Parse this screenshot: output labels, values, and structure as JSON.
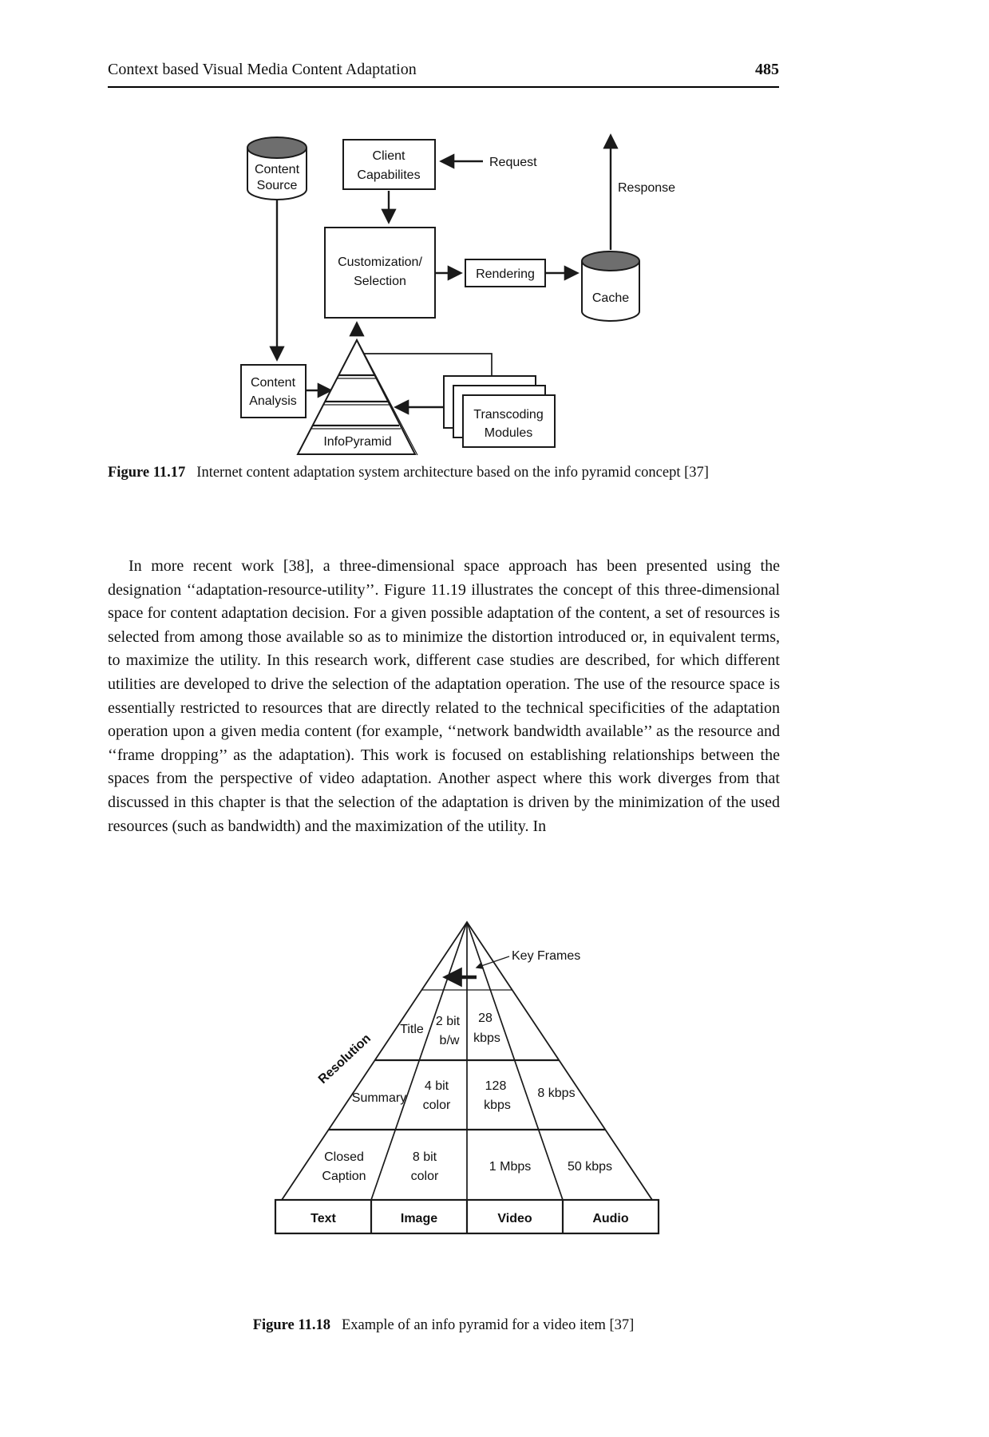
{
  "header": {
    "title": "Context based Visual Media Content Adaptation",
    "page_number": "485"
  },
  "paragraph": {
    "text": "In more recent work [38], a three-dimensional space approach has been presented using the designation ‘‘adaptation-resource-utility’’. Figure 11.19 illustrates the concept of this three-dimensional space for content adaptation decision. For a given possible adaptation of the content, a set of resources is selected from among those available so as to minimize the distortion introduced or, in equivalent terms, to maximize the utility. In this research work, different case studies are described, for which different utilities are developed to drive the selection of the adaptation operation. The use of the resource space is essentially restricted to resources that are directly related to the technical specificities of the adaptation operation upon a given media content (for example, ‘‘network bandwidth available’’ as the resource and ‘‘frame dropping’’ as the adaptation). This work is focused on establishing relationships between the spaces from the perspective of video adaptation. Another aspect where this work diverges from that discussed in this chapter is that the selection of the adaptation is driven by the minimization of the used resources (such as bandwidth) and the maximization of the utility. In"
  },
  "figure17": {
    "caption_label": "Figure 11.17",
    "caption_text": "Internet content adaptation system architecture based on the info pyramid concept [37]",
    "nodes": {
      "content_source": {
        "line1": "Content",
        "line2": "Source"
      },
      "client_capabilites": {
        "line1": "Client",
        "line2": "Capabilites"
      },
      "customization": {
        "line1": "Customization/",
        "line2": "Selection"
      },
      "rendering": "Rendering",
      "cache": "Cache",
      "content_analysis": {
        "line1": "Content",
        "line2": "Analysis"
      },
      "info_pyramid": "InfoPyramid",
      "transcoding": {
        "line1": "Transcoding",
        "line2": "Modules"
      }
    },
    "edges": {
      "request": "Request",
      "response": "Response"
    }
  },
  "figure18": {
    "caption_label": "Figure 11.18",
    "caption_text": "Example of an info pyramid for a video item [37]",
    "axis_label": "Resolution",
    "annotation": "Key Frames",
    "cells": {
      "title": "Title",
      "bit2_l1": "2 bit",
      "bit2_l2": "b/w",
      "kbps28_l1": "28",
      "kbps28_l2": "kbps",
      "summary": "Summary",
      "bit4_l1": "4 bit",
      "bit4_l2": "color",
      "kbps128_l1": "128",
      "kbps128_l2": "kbps",
      "kbps8": "8 kbps",
      "closed_l1": "Closed",
      "closed_l2": "Caption",
      "bit8_l1": "8 bit",
      "bit8_l2": "color",
      "mbps1": "1 Mbps",
      "kbps50": "50 kbps"
    },
    "columns": [
      "Text",
      "Image",
      "Video",
      "Audio"
    ]
  },
  "colors": {
    "ink": "#111111",
    "cylinder_top": "#6e6e6e"
  }
}
